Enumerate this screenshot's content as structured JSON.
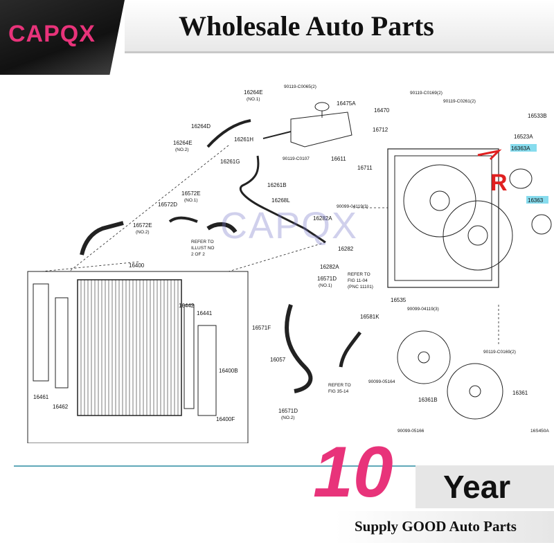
{
  "brand": {
    "name": "CAPQX",
    "color": "#e8337a"
  },
  "header": {
    "title": "Wholesale Auto Parts"
  },
  "watermark": "CAPQX",
  "footer": {
    "big_number": "10",
    "year_label": "Year",
    "tagline": "Supply GOOD Auto Parts"
  },
  "annotation": {
    "handwritten": "R",
    "color": "#e02020"
  },
  "highlight_color": "#5fd0e8",
  "parts": {
    "p16264E_1": "16264E",
    "p16264E_1_note": "(NO.1)",
    "p90119_C0065": "90119-C0065(2)",
    "p16475A": "16475A",
    "p16470": "16470",
    "p16264D": "16264D",
    "p16261H": "16261H",
    "p16264E_2": "16264E",
    "p16264E_2_note": "(NO.2)",
    "p90119_C0107": "90119-C0107",
    "p16611": "16611",
    "p16261G": "16261G",
    "p16261B": "16261B",
    "p16572E_1": "16572E",
    "p16572E_1_note": "(NO.1)",
    "p16572D": "16572D",
    "p16268L": "16268L",
    "p16572E_2": "16572E",
    "p16572E_2_note": "(NO.2)",
    "refer_illust_1": "REFER TO",
    "refer_illust_2": "ILLUST NO",
    "refer_illust_3": "2 OF 2",
    "p16282A_1": "16282A",
    "p16282": "16282",
    "p16282A_2": "16282A",
    "p16400": "16400",
    "p90119_C0169_top": "90119-C0169(2)",
    "p90119_C0261": "90119-C0261(2)",
    "p16533B": "16533B",
    "p16712": "16712",
    "p16523A": "16523A",
    "p16363A": "16363A",
    "p16711": "16711",
    "p90099_04119_top": "90099-04119(3)",
    "p16363": "16363",
    "p16571D_1": "16571D",
    "p16571D_1_note": "(NO.1)",
    "refer_fig_1": "REFER TO",
    "refer_fig_2": "FIG 11-04",
    "refer_fig_3": "(PNC 11101)",
    "p16442": "16442",
    "p16441": "16441",
    "p16581K": "16581K",
    "p16571F": "16571F",
    "p16535": "16535",
    "p90099_04119_mid": "90099-04119(3)",
    "p16057": "16057",
    "p16400B": "16400B",
    "p90119_C0169_bot": "90119-C0169(2)",
    "refer_fig35_1": "REFER TO",
    "refer_fig35_2": "FIG 35-14",
    "p90099_05164_1": "90099-05164",
    "p16361B": "16361B",
    "p16361": "16361",
    "p16461": "16461",
    "p16462": "16462",
    "p16571D_2": "16571D",
    "p16571D_2_note": "(NO.2)",
    "p16400F": "16400F",
    "p90099_05166": "90099-05166",
    "diagram_code": "16S450A"
  }
}
